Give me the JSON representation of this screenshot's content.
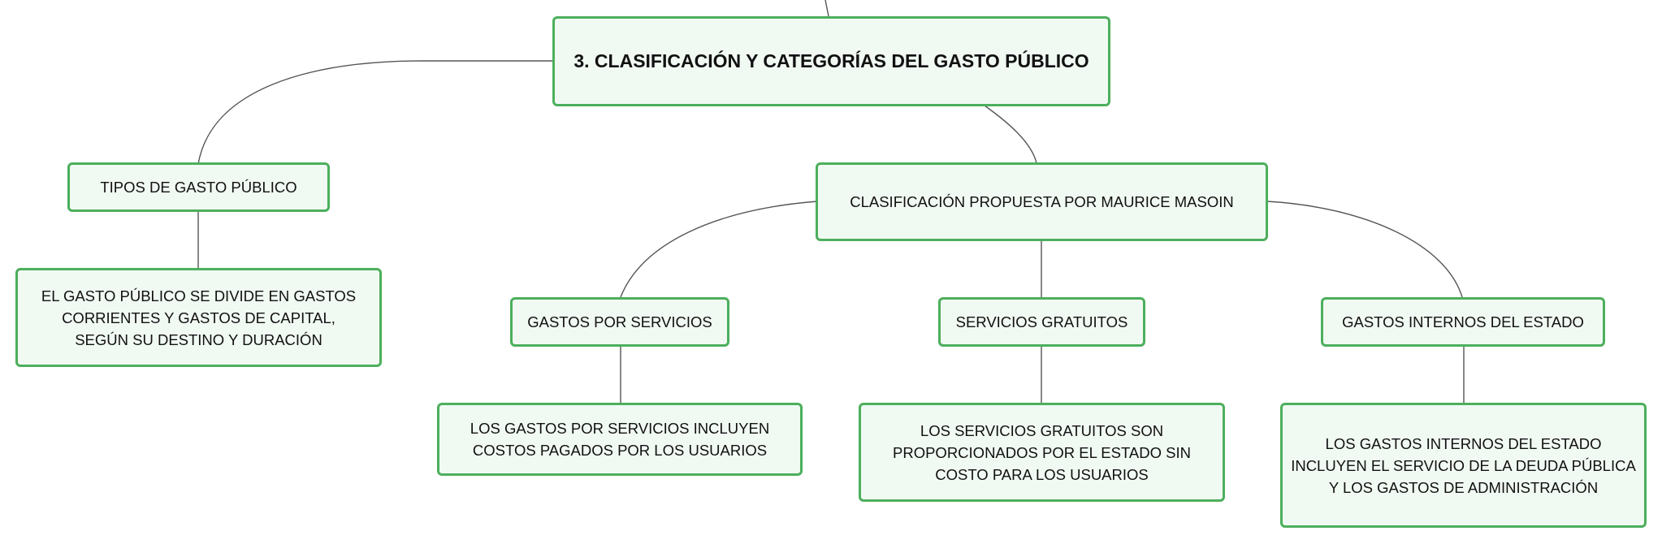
{
  "map": {
    "root": "3. CLASIFICACIÓN Y CATEGORÍAS DEL GASTO PÚBLICO",
    "tipos": {
      "title": "TIPOS DE GASTO PÚBLICO",
      "detail": "EL GASTO PÚBLICO SE DIVIDE EN GASTOS CORRIENTES Y GASTOS DE CAPITAL, SEGÚN SU DESTINO Y DURACIÓN"
    },
    "masoin": {
      "title": "CLASIFICACIÓN PROPUESTA POR MAURICE MASOIN",
      "children": [
        {
          "title": "GASTOS POR SERVICIOS",
          "detail": "LOS GASTOS POR SERVICIOS INCLUYEN COSTOS PAGADOS POR LOS USUARIOS"
        },
        {
          "title": "SERVICIOS GRATUITOS",
          "detail": "LOS SERVICIOS GRATUITOS SON PROPORCIONADOS POR EL ESTADO SIN COSTO PARA LOS USUARIOS"
        },
        {
          "title": "GASTOS INTERNOS DEL ESTADO",
          "detail": "LOS GASTOS INTERNOS DEL ESTADO INCLUYEN EL SERVICIO DE LA DEUDA PÚBLICA Y LOS GASTOS DE ADMINISTRACIÓN"
        }
      ]
    },
    "colors": {
      "node_border": "#4caf5c",
      "node_fill": "#f1f9f3",
      "connector": "#555555"
    }
  }
}
